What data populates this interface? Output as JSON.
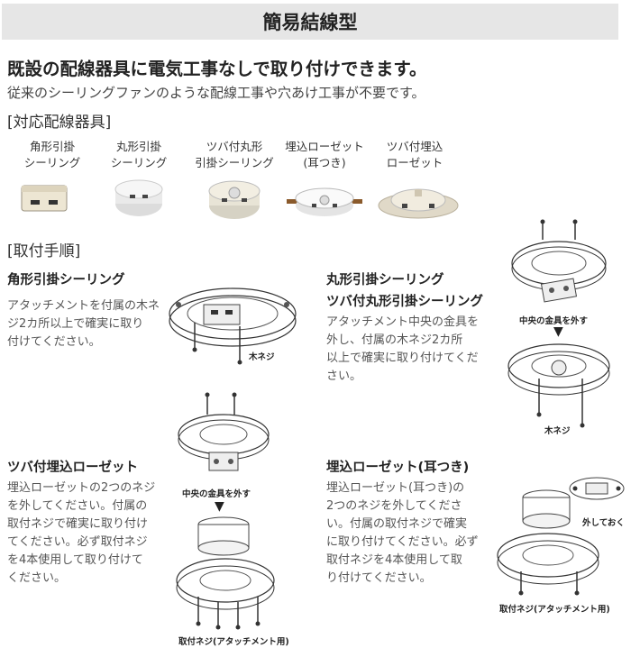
{
  "title": "簡易結線型",
  "headline": "既設の配線器具に電気工事なしで取り付けできます。",
  "subline": "従来のシーリングファンのような配線工事や穴あけ工事が不要です。",
  "fixtures_heading": "[対応配線器具]",
  "fixtures": [
    {
      "line1": "角形引掛",
      "line2": "シーリング"
    },
    {
      "line1": "丸形引掛",
      "line2": "シーリング"
    },
    {
      "line1": "ツバ付丸形",
      "line2": "引掛シーリング"
    },
    {
      "line1": "埋込ローゼット",
      "line2": "(耳つき)"
    },
    {
      "line1": "ツバ付埋込",
      "line2": "ローゼット"
    }
  ],
  "procedure_heading": "[取付手順]",
  "steps": {
    "square": {
      "title": "角形引掛シーリング",
      "lines": [
        "アタッチメントを付属の木ネ",
        "ジ2カ所以上で確実に取り",
        "付けてください。"
      ],
      "label_screw": "木ネジ"
    },
    "round": {
      "title1": "丸形引掛シーリング",
      "title2": "ツバ付丸形引掛シーリング",
      "lines": [
        "アタッチメント中央の金具を",
        "外し、付属の木ネジ2カ所",
        "以上で確実に取り付けてくだ",
        "さい。"
      ],
      "label_remove": "中央の金具を外す",
      "label_screw": "木ネジ"
    },
    "flange": {
      "title": "ツバ付埋込ローゼット",
      "lines": [
        "埋込ローゼットの2つのネジ",
        "を外してください。付属の",
        "取付ネジで確実に取り付け",
        "てください。必ず取付ネジ",
        "を4本使用して取り付けて",
        "ください。"
      ],
      "label_remove": "中央の金具を外す",
      "label_screw": "取付ネジ(アタッチメント用)"
    },
    "eared": {
      "title": "埋込ローゼット(耳つき)",
      "lines": [
        "埋込ローゼット(耳つき)の",
        "2つのネジを外してくださ",
        "い。付属の取付ネジで確実",
        "に取り付けてください。必ず",
        "取付ネジを4本使用して取",
        "り付けてください。"
      ],
      "label_remove": "外しておく",
      "label_screw": "取付ネジ(アタッチメント用)"
    }
  }
}
